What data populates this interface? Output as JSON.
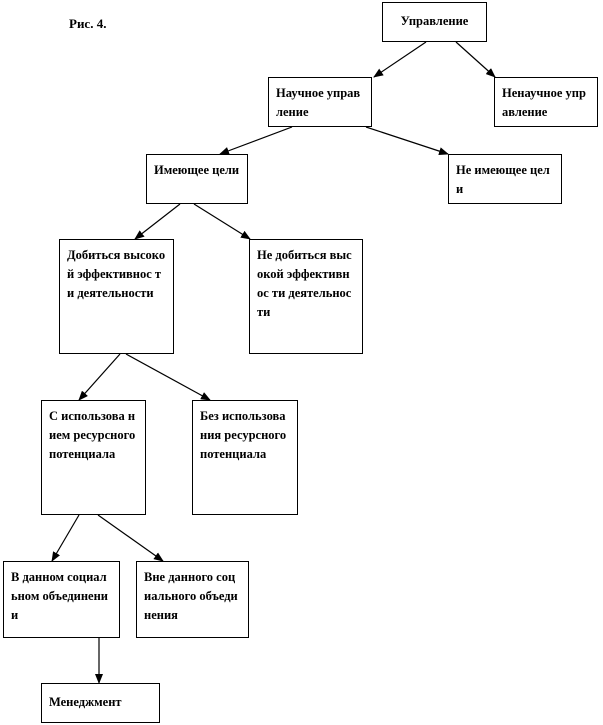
{
  "caption": "Рис. 4.",
  "nodes": {
    "root": "Управление",
    "scientific": "Научное управление",
    "non_scientific": "Ненаучное управление",
    "has_goals": "Имеющее цели",
    "no_goals": "Не имеющее цели",
    "achieve_eff": "Добиться высокой эффективнос ти деятельности",
    "not_achieve_eff": "Не добиться высокой эффективнос ти деятельности",
    "with_resources": "С использова нием ресурсного потенциала",
    "without_resources": "Без использова ния ресурсного потенциала",
    "in_social": "В данном социальном объединении",
    "out_social": "Вне данного социального объединения",
    "management": "Менеджмент"
  }
}
